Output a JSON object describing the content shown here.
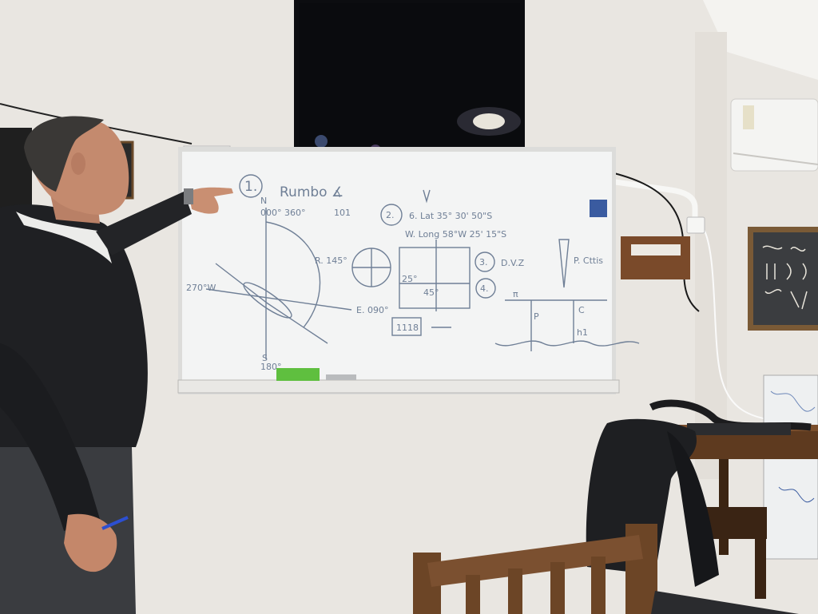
{
  "whiteboard": {
    "step_1": "1.",
    "title": "Rumbo ∡",
    "heading_mark": "101",
    "step_2": "2.",
    "lat_line": "6. Lat  35°  30'  50\"S",
    "long_line": "W. Long  58°W  25'  15\"S",
    "step_3": "3.",
    "dvz": "D.V.Z",
    "step_4": "4.",
    "poste_label": "P. Cttis",
    "n_label": "N",
    "n_degrees": "000°\n360°",
    "r_label": "R. 145°",
    "w_label": "270°W",
    "e_label": "E. 090°",
    "s_label": "S",
    "s_degrees": "180°",
    "boxed_number": "1118",
    "angle_left": "25°",
    "angle_right": "45°",
    "c_label": "C",
    "p_label": "P",
    "h_label": "h1",
    "pi_label": "π"
  },
  "wall_items": {
    "tv": "television",
    "ac": "air-conditioner",
    "knot_board": "knot-display-board",
    "sign": "wall-plaque"
  },
  "colors": {
    "wall": "#e9e6e1",
    "board": "#f3f4f4",
    "ink": "#6f7f96",
    "tv": "#0c0d10",
    "wood": "#6c4526",
    "jacket": "#1e1f22"
  }
}
